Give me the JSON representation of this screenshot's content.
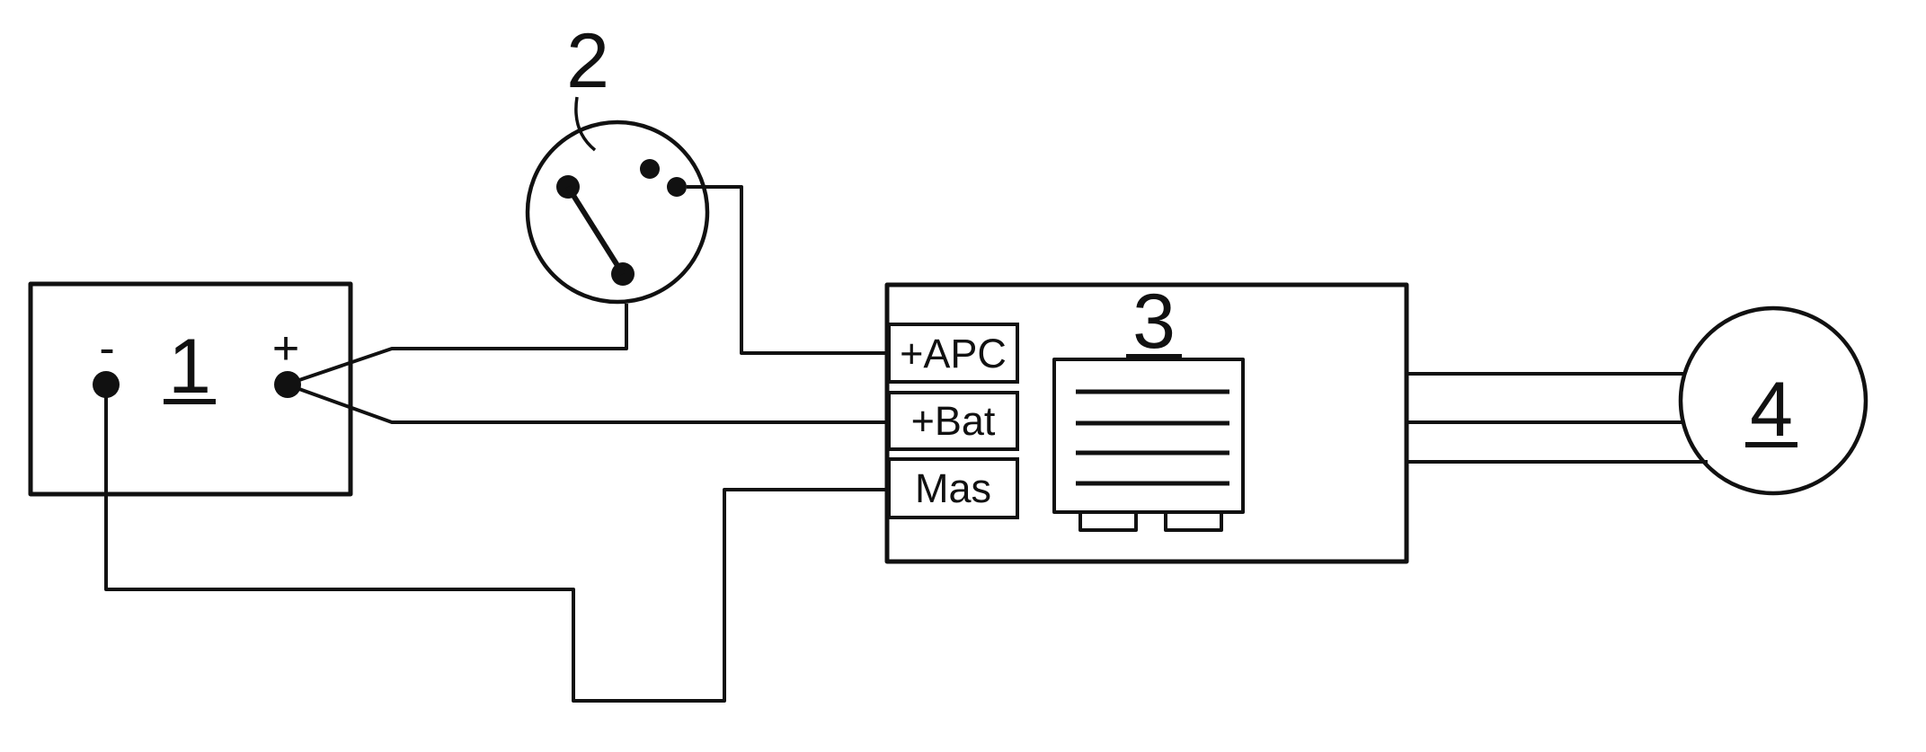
{
  "diagram": {
    "background_color": "#ffffff",
    "ink_color": "#111111",
    "battery": {
      "ref": "1",
      "neg_sign": "-",
      "pos_sign": "+"
    },
    "switch": {
      "ref": "2"
    },
    "control_unit": {
      "ref": "3",
      "terminals": [
        {
          "label": "+APC"
        },
        {
          "label": "+Bat"
        },
        {
          "label": "Mas"
        }
      ]
    },
    "load": {
      "ref": "4"
    }
  }
}
